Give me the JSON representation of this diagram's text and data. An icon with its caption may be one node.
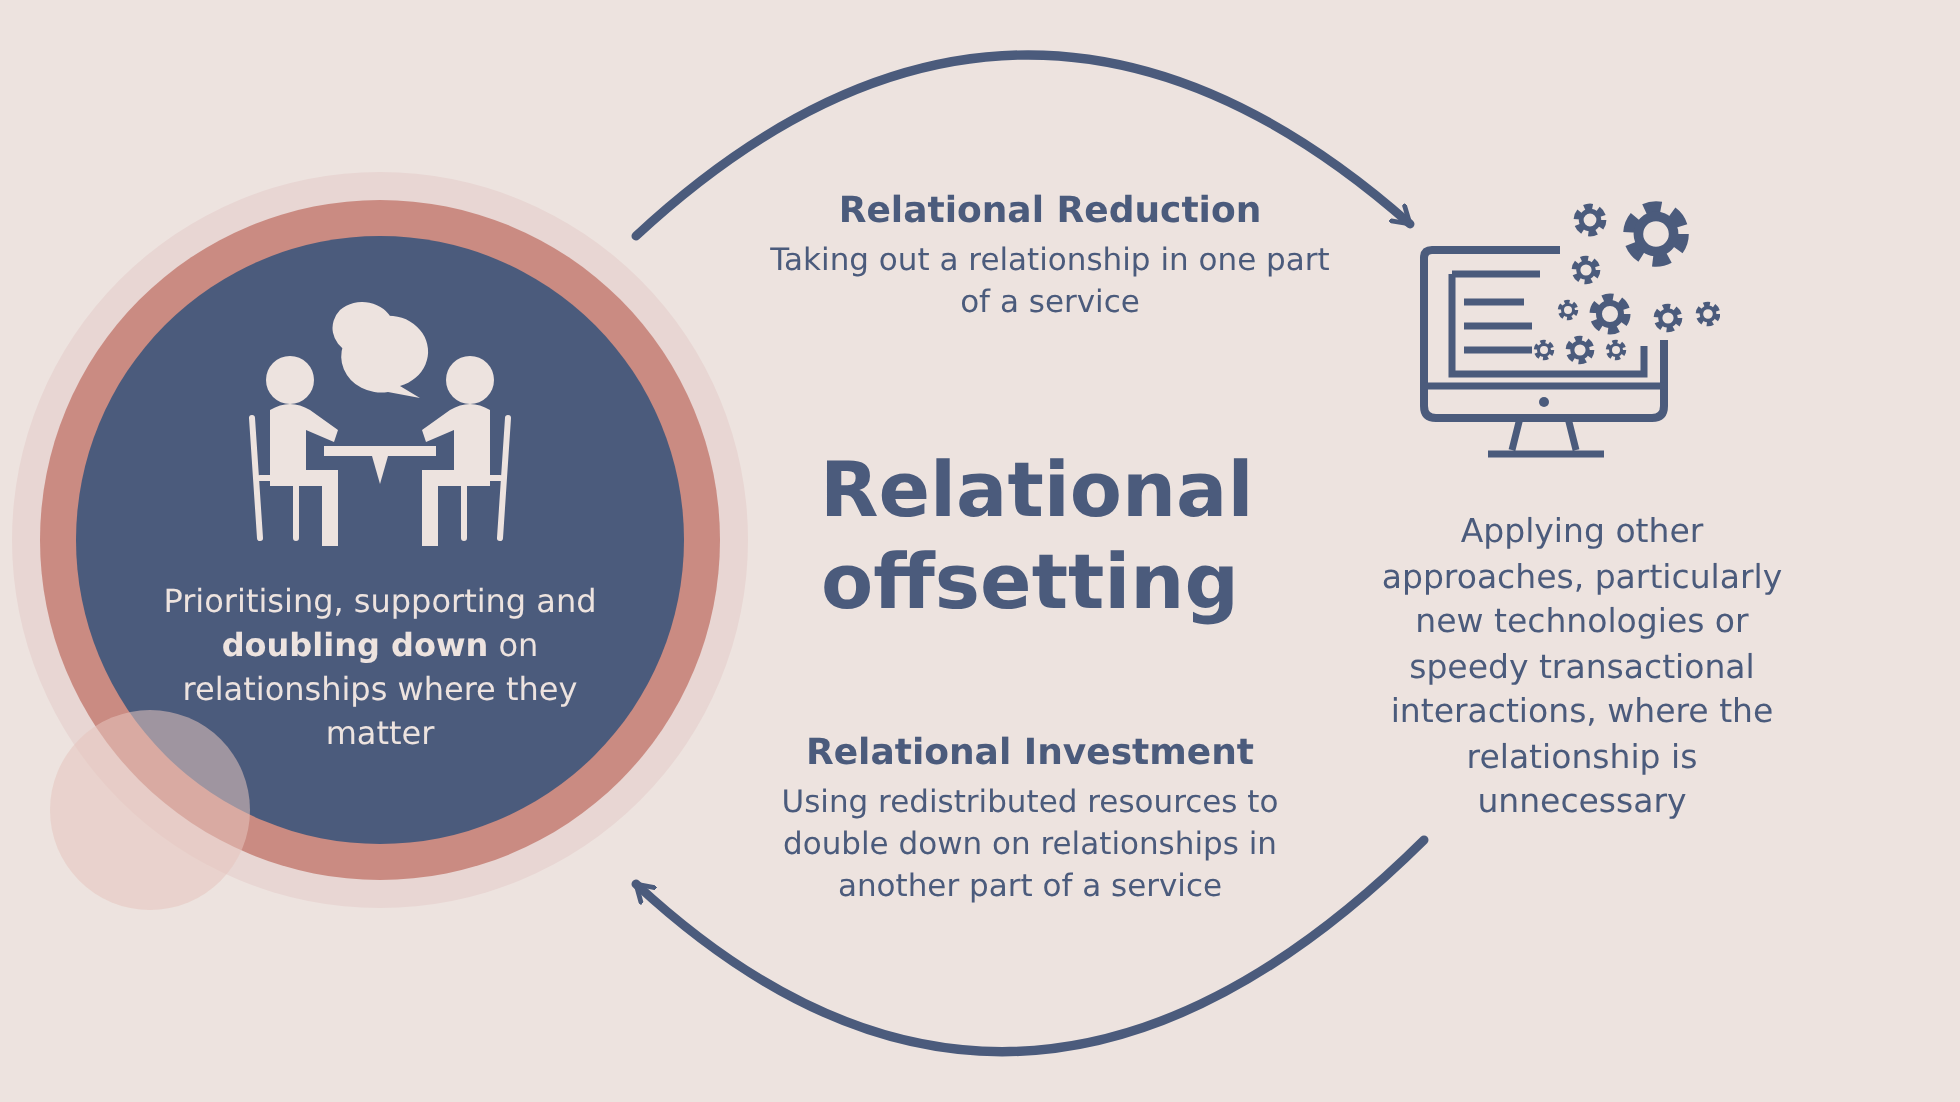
{
  "diagram": {
    "title": "Relational offsetting",
    "nodes": [
      {
        "text": [
          "Prioritising, supporting and **doubling down** on relationships where they matter"
        ]
      },
      {
        "text": [
          "Applying other approaches, particularly new technologies or speedy transactional interactions, where the relationship is unnecessary"
        ]
      }
    ],
    "edges": [
      {
        "from": 0,
        "to": 1,
        "arrow": "to",
        "label": "Relational Reduction"
      },
      {
        "from": 1,
        "to": 0,
        "arrow": "to",
        "label": "Relational Investment"
      }
    ],
    "labels": [
      "Taking out a relationship in one part of a service",
      "Using redistributed resources to double down on relationships in another part of a service"
    ]
  }
}
